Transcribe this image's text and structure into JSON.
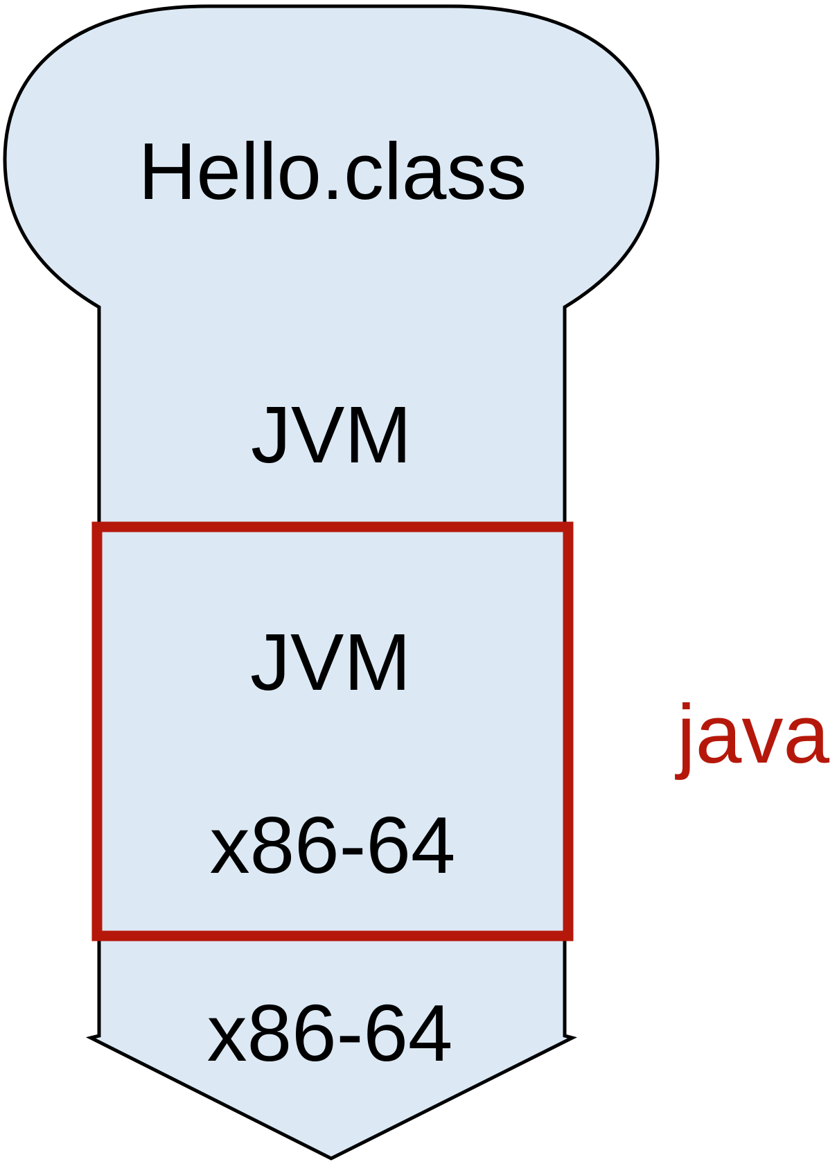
{
  "diagram": {
    "program_label": "Hello.class",
    "jvm_upper_label": "JVM",
    "jvm_boxed_label": "JVM",
    "x86_boxed_label": "x86-64",
    "x86_bottom_label": "x86-64",
    "java_annotation": "java"
  },
  "colors": {
    "shape_fill": "#dce9f4",
    "shape_outline": "#000000",
    "highlight_red": "#b5180b",
    "annotation_red": "#b5180b",
    "background": "#ffffff",
    "text": "#000000"
  }
}
